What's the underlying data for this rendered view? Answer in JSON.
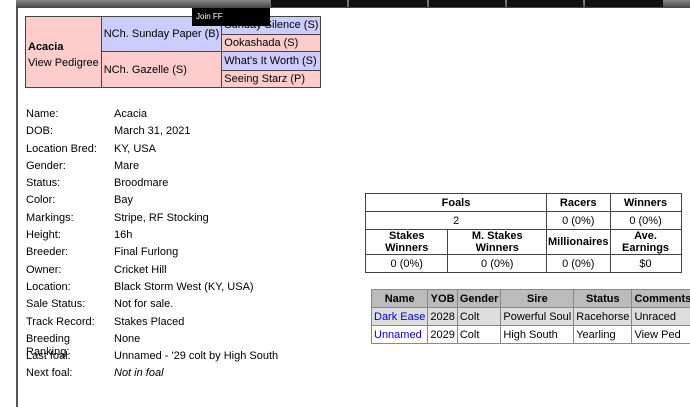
{
  "menu": {
    "join_label": "Join FF"
  },
  "pedigree": {
    "horse_name": "Acacia",
    "view_link": "View Pedigree",
    "sire": "NCh. Sunday Paper (B)",
    "dam": "NCh. Gazelle (S)",
    "sire_sire": "Sunday Silence (S)",
    "sire_dam": "Ookashada (S)",
    "dam_sire": "What's It Worth (S)",
    "dam_dam": "Seeing Starz (P)"
  },
  "info": [
    {
      "label": "Name:",
      "value": "Acacia"
    },
    {
      "label": "DOB:",
      "value": "March 31, 2021"
    },
    {
      "label": "Location Bred:",
      "value": "KY, USA"
    },
    {
      "label": "Gender:",
      "value": "Mare"
    },
    {
      "label": "Status:",
      "value": "Broodmare"
    },
    {
      "label": "Color:",
      "value": "Bay"
    },
    {
      "label": "Markings:",
      "value": "Stripe, RF Stocking"
    },
    {
      "label": "Height:",
      "value": "16h"
    },
    {
      "label": "Breeder:",
      "value": "Final Furlong"
    },
    {
      "label": "Owner:",
      "value": "Cricket Hill"
    },
    {
      "label": "Location:",
      "value": "Black Storm West (KY, USA)"
    },
    {
      "label": "Sale Status:",
      "value": "Not for sale."
    },
    {
      "label": "Track Record:",
      "value": "Stakes Placed"
    },
    {
      "label": "Breeding Ranking:",
      "value": "None"
    },
    {
      "label": "Last foal:",
      "value": "Unnamed - '29 colt by High South"
    },
    {
      "label": "Next foal:",
      "value": "Not in foal"
    }
  ],
  "stats": {
    "foals_h": "Foals",
    "racers_h": "Racers",
    "winners_h": "Winners",
    "foals": "2",
    "racers": "0 (0%)",
    "winners": "0 (0%)",
    "stakes_h": "Stakes Winners",
    "mstakes_h": "M. Stakes Winners",
    "mill_h": "Millionaires",
    "ave_h": "Ave. Earnings",
    "stakes": "0 (0%)",
    "mstakes": "0 (0%)",
    "mill": "0 (0%)",
    "ave": "$0"
  },
  "foals_table": {
    "headers": [
      "Name",
      "YOB",
      "Gender",
      "Sire",
      "Status",
      "Comments"
    ],
    "rows": [
      {
        "name": "Dark Ease",
        "yob": "2028",
        "gender": "Colt",
        "sire": "Powerful Soul",
        "status": "Racehorse",
        "comments": "Unraced"
      },
      {
        "name": "Unnamed",
        "yob": "2029",
        "gender": "Colt",
        "sire": "High South",
        "status": "Yearling",
        "comments": "View Ped"
      }
    ]
  }
}
